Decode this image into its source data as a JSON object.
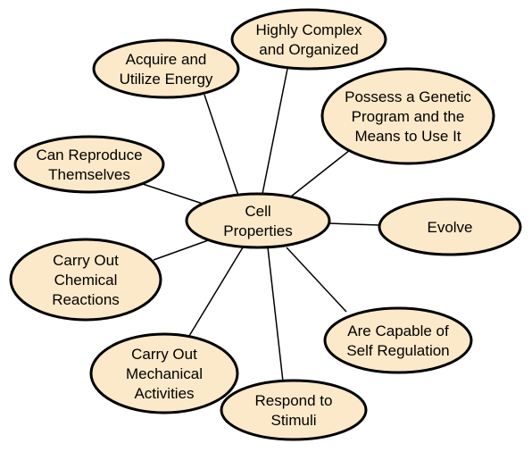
{
  "diagram": {
    "center": {
      "id": "cell",
      "lines": [
        "Cell",
        "Properties"
      ]
    },
    "nodes": [
      {
        "id": "energy",
        "lines": [
          "Acquire and",
          "Utilize Energy"
        ]
      },
      {
        "id": "complex",
        "lines": [
          "Highly Complex",
          "and Organized"
        ]
      },
      {
        "id": "genetic",
        "lines": [
          "Possess a Genetic",
          "Program and the",
          "Means to Use It"
        ]
      },
      {
        "id": "reproduce",
        "lines": [
          "Can Reproduce",
          "Themselves"
        ]
      },
      {
        "id": "evolve",
        "lines": [
          "Evolve"
        ]
      },
      {
        "id": "chemical",
        "lines": [
          "Carry Out",
          "Chemical",
          "Reactions"
        ]
      },
      {
        "id": "regulation",
        "lines": [
          "Are Capable of",
          "Self Regulation"
        ]
      },
      {
        "id": "mechanical",
        "lines": [
          "Carry Out",
          "Mechanical",
          "Activities"
        ]
      },
      {
        "id": "stimuli",
        "lines": [
          "Respond to",
          "Stimuli"
        ]
      }
    ],
    "edges": [
      [
        "cell",
        "energy"
      ],
      [
        "cell",
        "complex"
      ],
      [
        "cell",
        "genetic"
      ],
      [
        "cell",
        "reproduce"
      ],
      [
        "cell",
        "evolve"
      ],
      [
        "cell",
        "chemical"
      ],
      [
        "cell",
        "regulation"
      ],
      [
        "cell",
        "mechanical"
      ],
      [
        "cell",
        "stimuli"
      ]
    ]
  }
}
